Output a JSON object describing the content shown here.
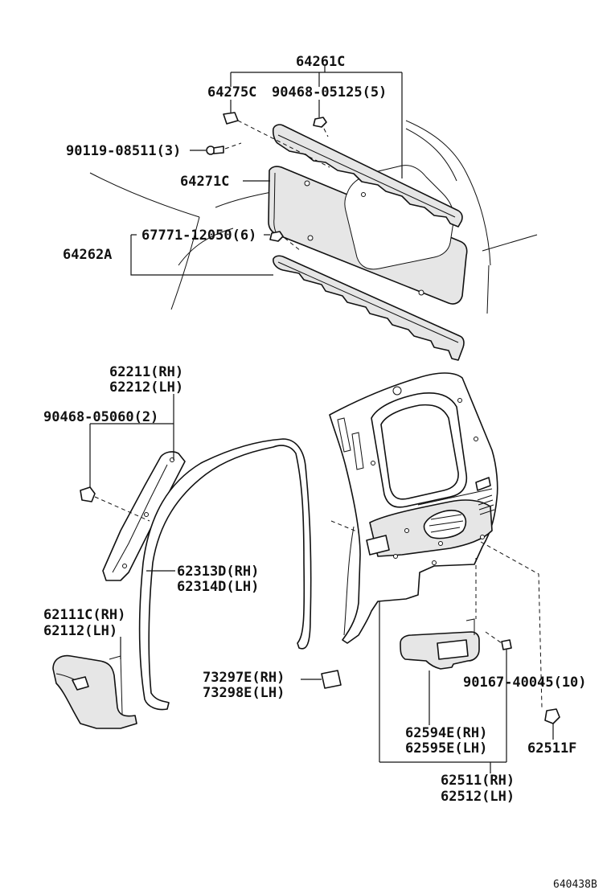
{
  "labels": {
    "p64261c": "64261C",
    "p64275c": "64275C",
    "p90468_05125": "90468-05125(5)",
    "p90119_08511": "90119-08511(3)",
    "p64271c": "64271C",
    "p67771_12050": "67771-12050(6)",
    "p64262a": "64262A",
    "p62211": "62211(RH)",
    "p62212": "62212(LH)",
    "p90468_05060": "90468-05060(2)",
    "p62313d": "62313D(RH)",
    "p62314d": "62314D(LH)",
    "p62111c": "62111C(RH)",
    "p62112": "62112(LH)",
    "p73297e": "73297E(RH)",
    "p73298e": "73298E(LH)",
    "p90167_40045": "90167-40045(10)",
    "p62594e": "62594E(RH)",
    "p62595e": "62595E(LH)",
    "p62511f": "62511F",
    "p62511": "62511(RH)",
    "p62512": "62512(LH)",
    "figure_code": "640438B"
  }
}
